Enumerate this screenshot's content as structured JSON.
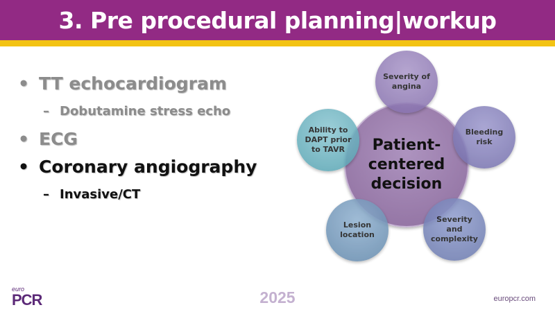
{
  "title": "3. Pre procedural planning|workup",
  "bullets": [
    {
      "text": "TT echocardiogram",
      "sub": "Dobutamine stress echo"
    },
    {
      "text": "ECG"
    },
    {
      "text": "Coronary angiography",
      "sub": "Invasive/CT"
    }
  ],
  "diagram": {
    "center": "Patient-centered decision",
    "nodes": [
      "Severity of angina",
      "Bleeding risk",
      "Severity and complexity",
      "Lesion location",
      "Ability to DAPT prior to TAVR"
    ]
  },
  "footer": {
    "logo_small": "euro",
    "logo": "PCR",
    "year": "2025",
    "site": "europcr.com"
  },
  "colors": {
    "header": "#922a84",
    "accent": "#f3c314"
  }
}
